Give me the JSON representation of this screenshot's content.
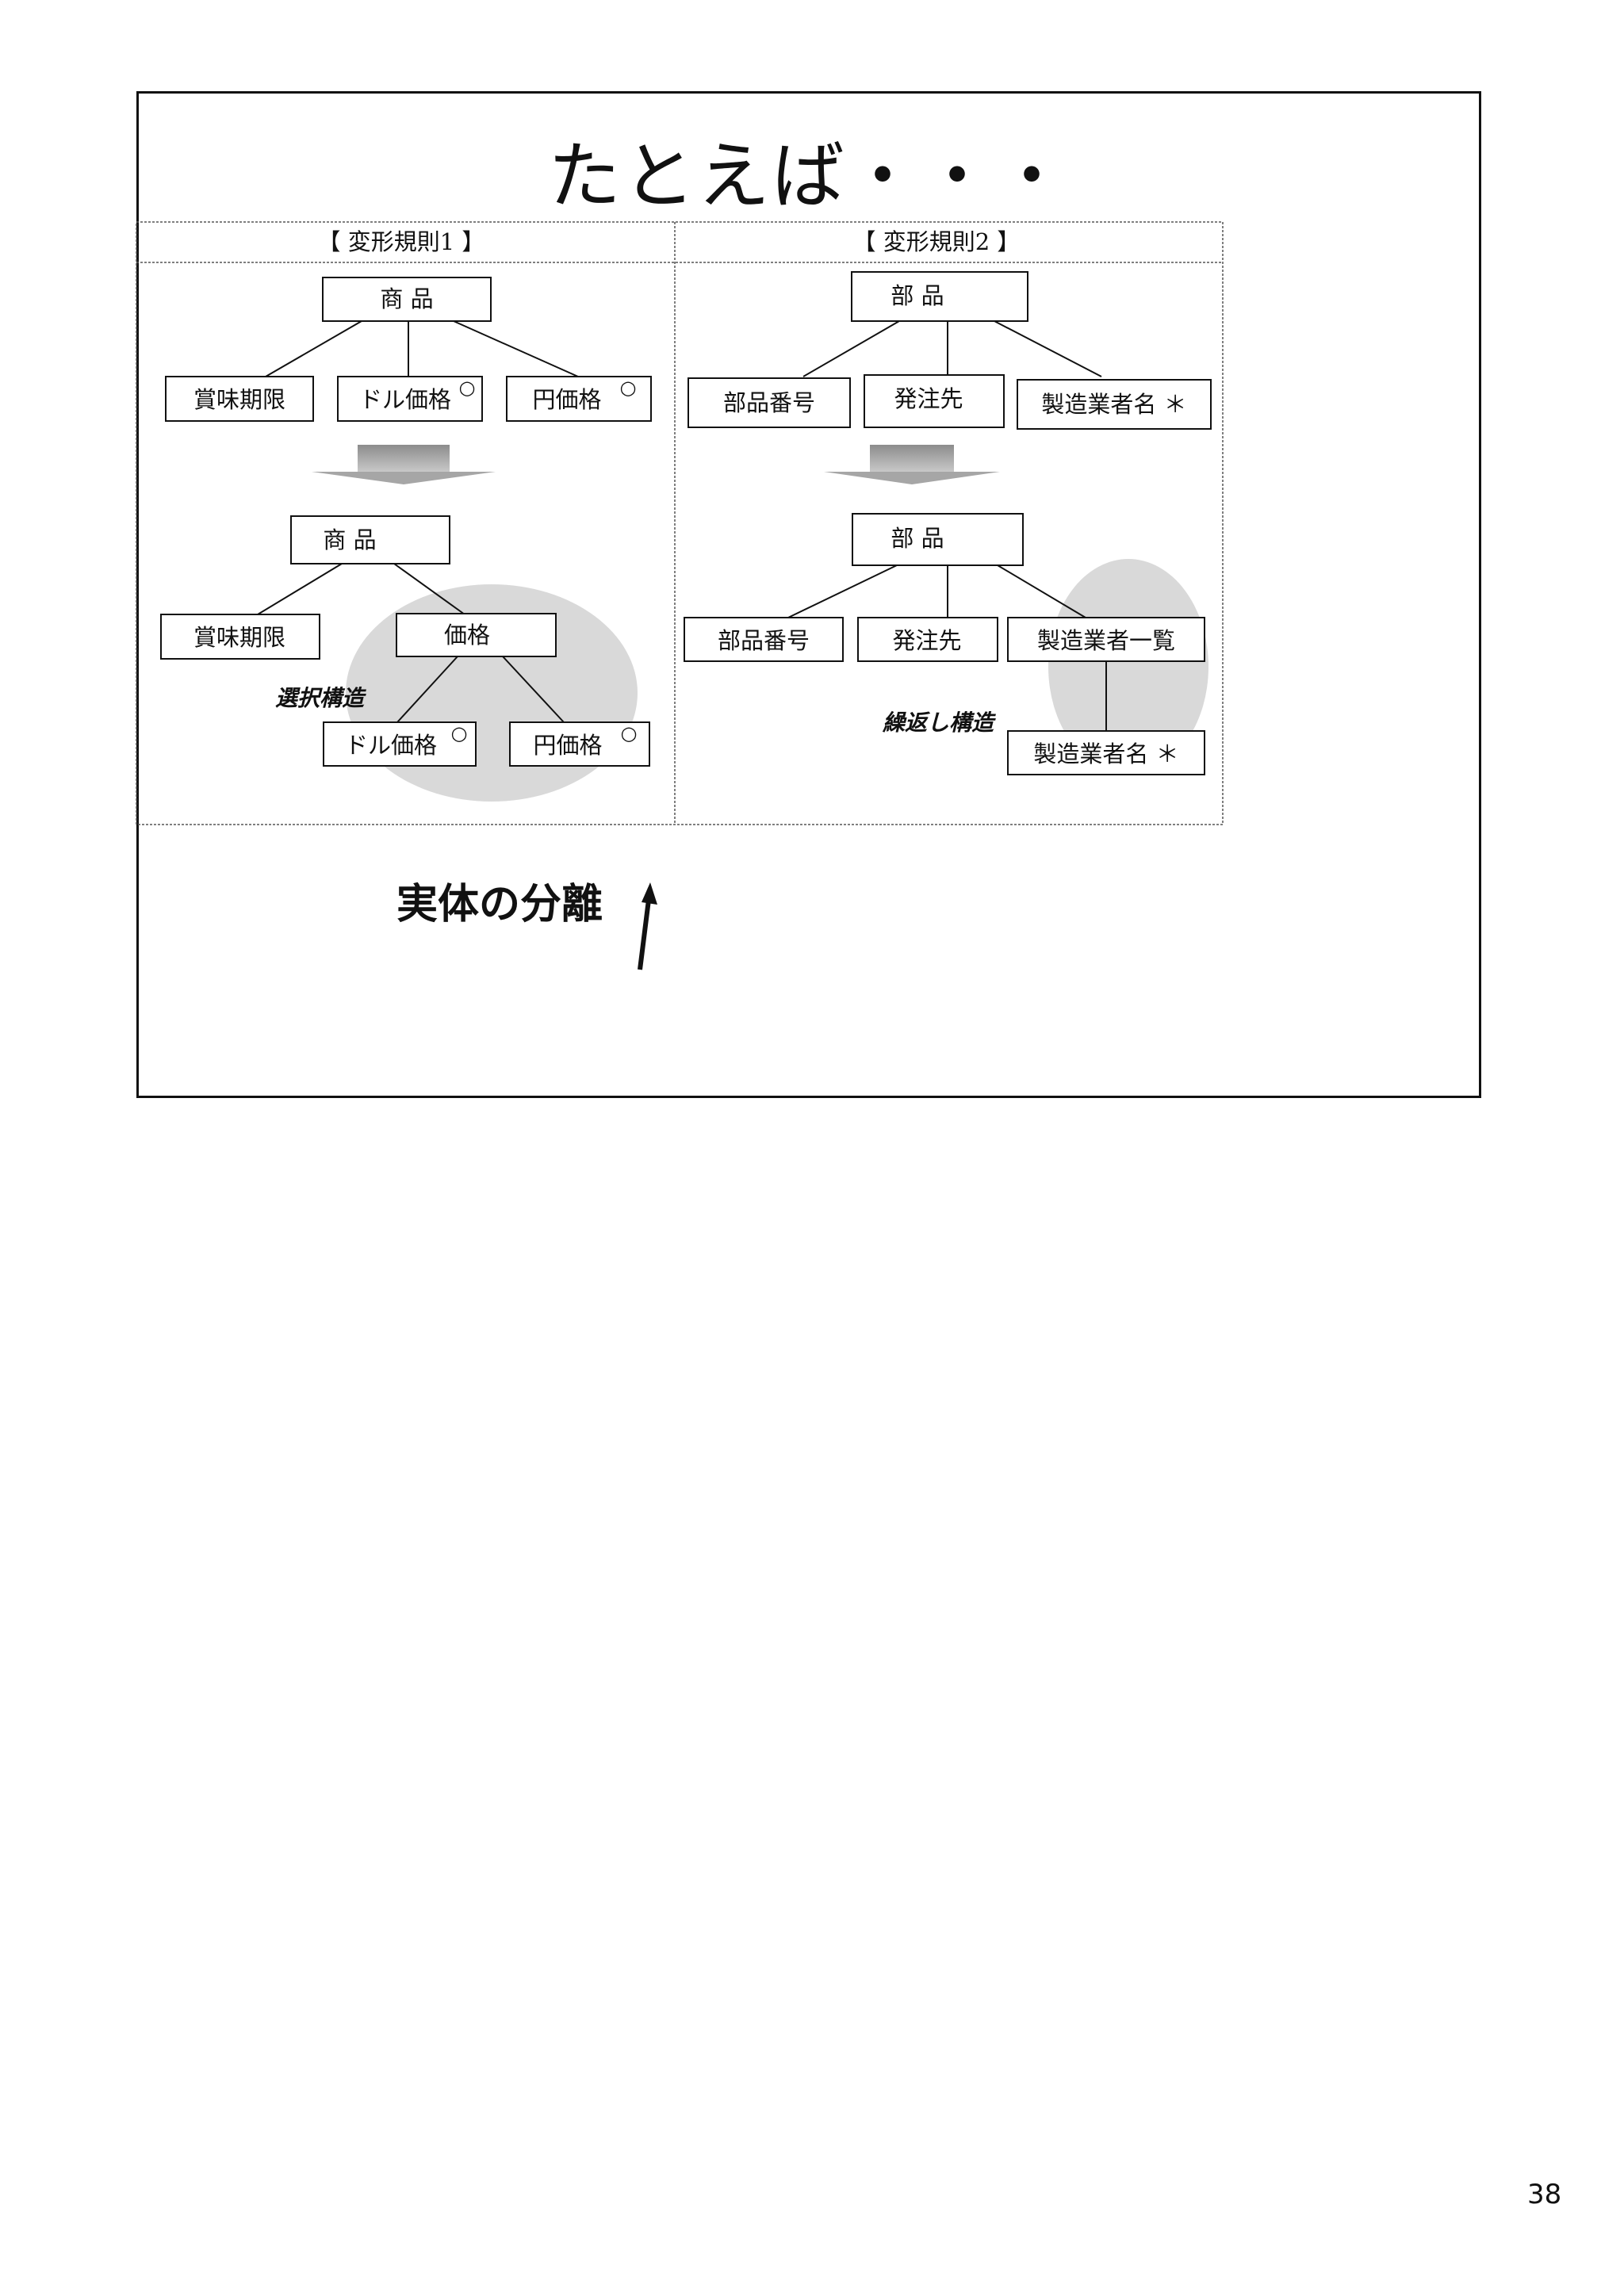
{
  "slide": {
    "title": "たとえば・・・",
    "page_number": "38",
    "callout": "実体の分離"
  },
  "rule1": {
    "header": "【 変形規則1 】",
    "before": {
      "root": "商 品",
      "children": [
        "賞味期限",
        "ドル価格",
        "円価格"
      ],
      "markers": [
        "○",
        "○"
      ]
    },
    "after": {
      "root": "商 品",
      "child": "賞味期限",
      "group": "価格",
      "sub_children": [
        "ドル価格",
        "円価格"
      ],
      "markers": [
        "○",
        "○"
      ],
      "structure_label": "選択構造"
    }
  },
  "rule2": {
    "header": "【 変形規則2 】",
    "before": {
      "root": "部 品",
      "children": [
        "部品番号",
        "発注先",
        "製造業者名 ＊"
      ]
    },
    "after": {
      "root": "部 品",
      "children": [
        "部品番号",
        "発注先",
        "製造業者一覧"
      ],
      "sub_child": "製造業者名 ＊",
      "structure_label": "繰返し構造"
    }
  },
  "colors": {
    "highlight": "#d9d9d9",
    "arrow_gray": "#a6a6a6",
    "border": "#111111"
  }
}
